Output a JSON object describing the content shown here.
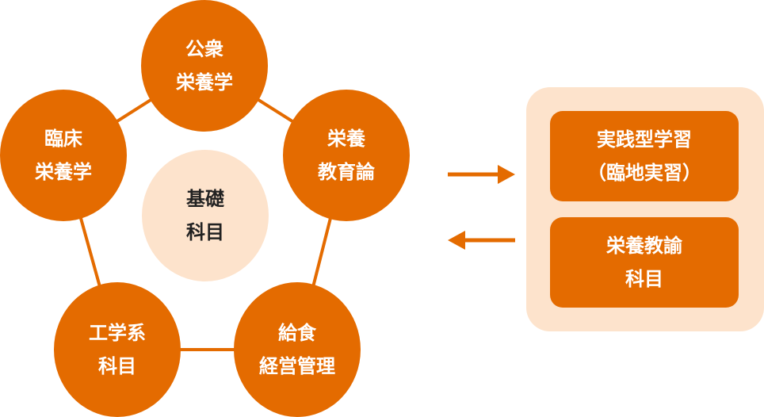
{
  "colors": {
    "accent": "#e46b00",
    "light": "#fde3cc"
  },
  "center": {
    "line1": "基礎",
    "line2": "科目"
  },
  "nodes": [
    {
      "line1": "公衆",
      "line2": "栄養学"
    },
    {
      "line1": "栄養",
      "line2": "教育論"
    },
    {
      "line1": "給食",
      "line2": "経営管理"
    },
    {
      "line1": "工学系",
      "line2": "科目"
    },
    {
      "line1": "臨床",
      "line2": "栄養学"
    }
  ],
  "panel": {
    "boxes": [
      {
        "line1": "実践型学習",
        "line2": "（臨地実習）"
      },
      {
        "line1": "栄養教諭",
        "line2": "科目"
      }
    ]
  },
  "arrows": {
    "right": "arrow-right-icon",
    "left": "arrow-left-icon"
  }
}
